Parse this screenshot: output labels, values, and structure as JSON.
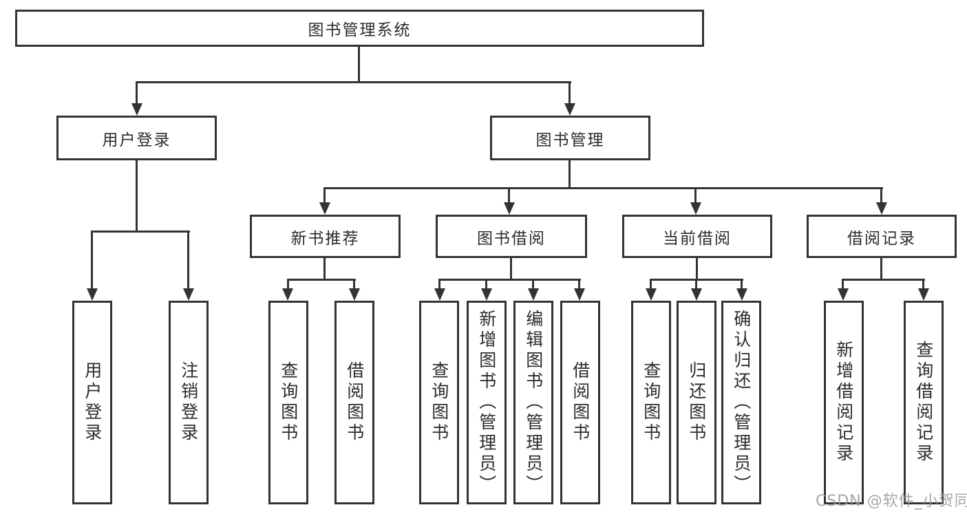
{
  "diagram": {
    "title": "图书管理系统",
    "root": {
      "label": "图书管理系统"
    },
    "level2": [
      {
        "label": "用户登录"
      },
      {
        "label": "图书管理"
      }
    ],
    "level3": [
      {
        "label": "新书推荐"
      },
      {
        "label": "图书借阅"
      },
      {
        "label": "当前借阅"
      },
      {
        "label": "借阅记录"
      }
    ],
    "leaves": [
      {
        "label": "用户登录",
        "parent": "用户登录"
      },
      {
        "label": "注销登录",
        "parent": "用户登录"
      },
      {
        "label": "查询图书",
        "parent": "新书推荐"
      },
      {
        "label": "借阅图书",
        "parent": "新书推荐"
      },
      {
        "label": "查询图书",
        "parent": "图书借阅"
      },
      {
        "label": "新增图书（管理员）",
        "parent": "图书借阅"
      },
      {
        "label": "编辑图书（管理员）",
        "parent": "图书借阅"
      },
      {
        "label": "借阅图书",
        "parent": "图书借阅"
      },
      {
        "label": "查询图书",
        "parent": "当前借阅"
      },
      {
        "label": "归还图书",
        "parent": "当前借阅"
      },
      {
        "label": "确认归还（管理员）",
        "parent": "当前借阅"
      },
      {
        "label": "新增借阅记录",
        "parent": "借阅记录"
      },
      {
        "label": "查询借阅记录",
        "parent": "借阅记录"
      }
    ],
    "watermark": "CSDN @软件_小贺同学",
    "colors": {
      "line": "#333333",
      "text": "#2b2b2b",
      "watermark": "#969696",
      "background": "#ffffff"
    }
  }
}
